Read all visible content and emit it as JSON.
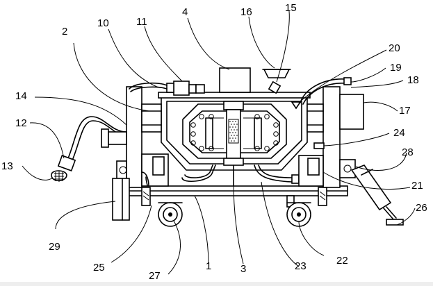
{
  "labels": {
    "l1": "1",
    "l2": "2",
    "l3": "3",
    "l4": "4",
    "l10": "10",
    "l11": "11",
    "l12": "12",
    "l13": "13",
    "l14": "14",
    "l15": "15",
    "l16": "16",
    "l17": "17",
    "l18": "18",
    "l19": "19",
    "l20": "20",
    "l21": "21",
    "l22": "22",
    "l23": "23",
    "l24": "24",
    "l25": "25",
    "l26": "26",
    "l27": "27",
    "l28": "28",
    "l29": "29"
  }
}
